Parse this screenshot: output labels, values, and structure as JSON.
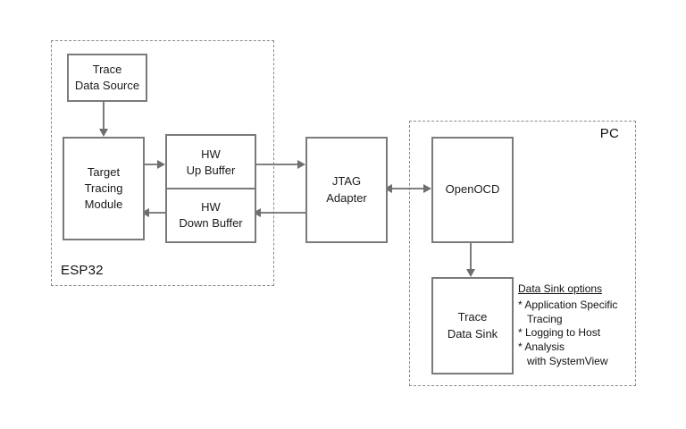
{
  "esp32": {
    "label": "ESP32",
    "nodes": {
      "trace_data_source": "Trace\nData Source",
      "target_tracing_module": "Target\nTracing\nModule",
      "hw_up_buffer": "HW\nUp Buffer",
      "hw_down_buffer": "HW\nDown Buffer"
    }
  },
  "middle": {
    "jtag_adapter": "JTAG\nAdapter"
  },
  "pc": {
    "label": "PC",
    "nodes": {
      "openocd": "OpenOCD",
      "trace_data_sink": "Trace\nData Sink"
    },
    "annotation": {
      "title": "Data Sink options",
      "items": [
        "* Application Specific\n   Tracing",
        "* Logging to Host",
        "* Analysis\n   with SystemView"
      ]
    }
  },
  "colors": {
    "box_border": "#7a7a7a",
    "arrow": "#6e6e6e",
    "dashed_border": "#8a8a8a"
  }
}
